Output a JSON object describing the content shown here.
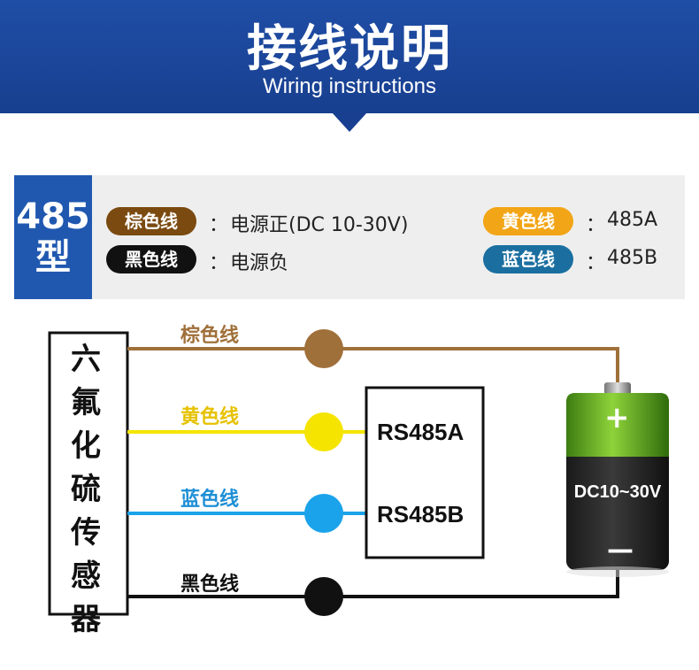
{
  "header": {
    "title": "接线说明",
    "subtitle": "Wiring instructions"
  },
  "info": {
    "type_line1": "485",
    "type_line2": "型",
    "rows": [
      {
        "label": "棕色线",
        "colon": "：",
        "desc": "电源正(DC  10-30V)",
        "color": "#7a4a10"
      },
      {
        "label": "黑色线",
        "colon": "：",
        "desc": "电源负",
        "color": "#111111"
      },
      {
        "label": "黄色线",
        "colon": "：",
        "desc": "485A",
        "color": "#f2a516"
      },
      {
        "label": "蓝色线",
        "colon": "：",
        "desc": "485B",
        "color": "#1a6fa0"
      }
    ]
  },
  "diagram": {
    "sensor_chars": [
      "六",
      "氟",
      "化",
      "硫",
      "传",
      "感",
      "器"
    ],
    "wires": [
      {
        "label": "棕色线",
        "color": "#a0703a"
      },
      {
        "label": "黄色线",
        "color": "#f5e400",
        "label_color": "#e6c200"
      },
      {
        "label": "蓝色线",
        "color": "#1aa3ea",
        "label_color": "#1e8fd6"
      },
      {
        "label": "黑色线",
        "color": "#111111"
      }
    ],
    "rs_a": "RS485A",
    "rs_b": "RS485B",
    "battery": {
      "plus": "+",
      "minus": "—",
      "label": "DC10~30V"
    }
  }
}
